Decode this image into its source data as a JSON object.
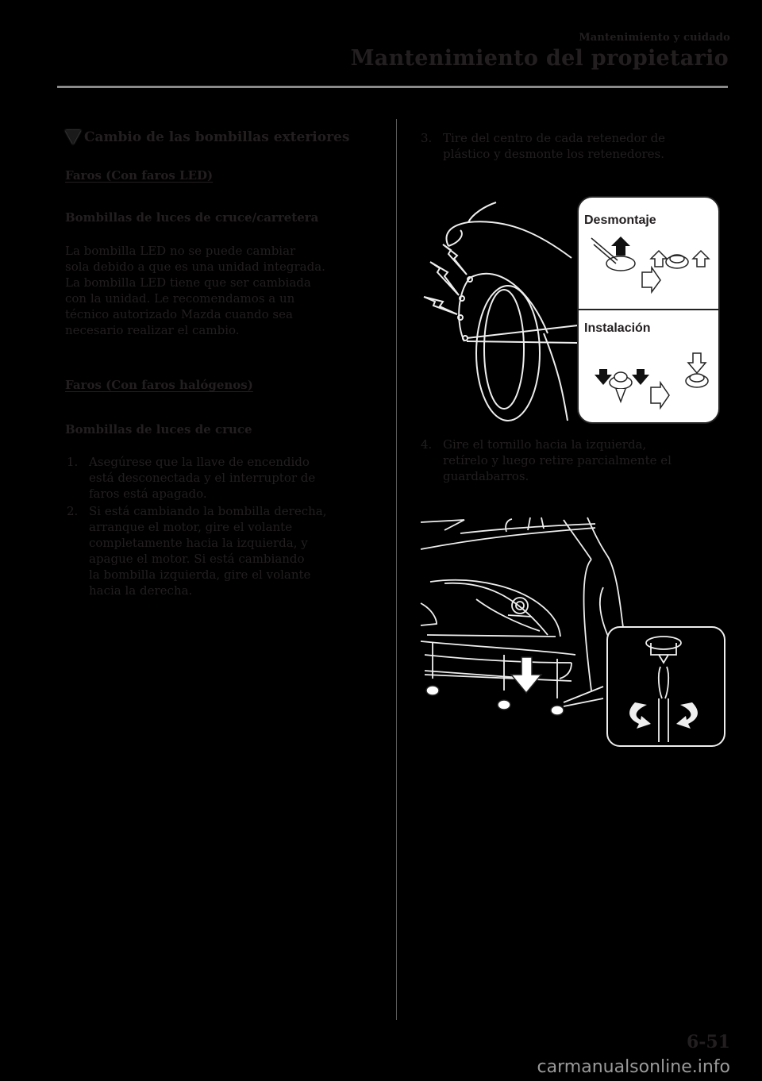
{
  "header": {
    "chapter": "Mantenimiento y cuidado",
    "title": "Mantenimiento del propietario"
  },
  "left_column": {
    "section_title": "Cambio de las bombillas exteriores",
    "subsection1": "Faros (Con faros LED)",
    "heading1": "Bombillas de luces de cruce/carretera",
    "paragraph1": [
      "La bombilla LED no se puede cambiar",
      "sola debido a que es una unidad integrada.",
      "La bombilla LED tiene que ser cambiada",
      "con la unidad. Le recomendamos a un",
      "técnico autorizado Mazda cuando sea",
      "necesario realizar el cambio."
    ],
    "subsection2": "Faros (Con faros halógenos)",
    "heading2": "Bombillas de luces de cruce",
    "steps": [
      {
        "num": "1.",
        "lines": [
          "Asegúrese que la llave de encendido",
          "está desconectada y el interruptor de",
          "faros está apagado."
        ]
      },
      {
        "num": "2.",
        "lines": [
          "Si está cambiando la bombilla derecha,",
          "arranque el motor, gire el volante",
          "completamente hacia la izquierda, y",
          "apague el motor. Si está cambiando",
          "la bombilla izquierda, gire el volante",
          "hacia la derecha."
        ]
      }
    ]
  },
  "right_column": {
    "steps": [
      {
        "num": "3.",
        "lines": [
          "Tire del centro de cada retenedor de",
          "plástico y desmonte los retenedores."
        ]
      },
      {
        "num": "4.",
        "lines": [
          "Gire el tornillo hacia la izquierda,",
          "retírelo y luego retire parcialmente el",
          "guardabarros."
        ]
      }
    ],
    "figure1": {
      "label_removal": "Desmontaje",
      "label_installation": "Instalación"
    }
  },
  "footer": {
    "page_number": "6-51",
    "watermark": "carmanualsonline.info"
  }
}
